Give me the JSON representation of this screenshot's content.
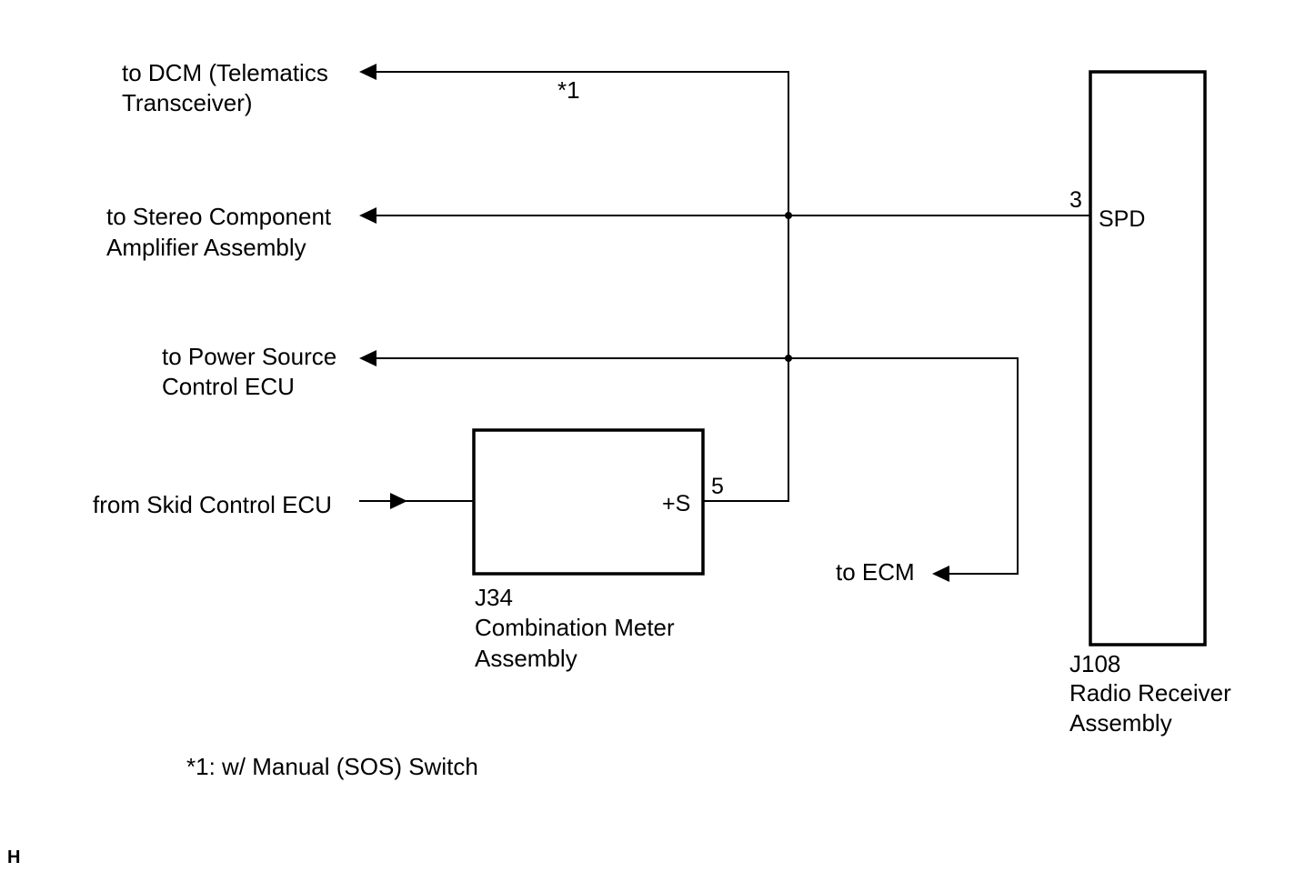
{
  "labels": {
    "dcm_line1": "to DCM (Telematics",
    "dcm_line2": "Transceiver)",
    "dcm_note_ref": "*1",
    "stereo_line1": "to Stereo Component",
    "stereo_line2": "Amplifier Assembly",
    "power_line1": "to Power Source",
    "power_line2": "Control ECU",
    "skid": "from Skid Control ECU",
    "ecm": "to ECM"
  },
  "components": {
    "meter": {
      "code": "J34",
      "name_line1": "Combination Meter",
      "name_line2": "Assembly",
      "pin_number": "5",
      "pin_name": "+S"
    },
    "radio": {
      "code": "J108",
      "name_line1": "Radio Receiver",
      "name_line2": "Assembly",
      "pin_number": "3",
      "pin_name": "SPD"
    }
  },
  "footnote": "*1: w/ Manual (SOS) Switch",
  "corner_mark": "H"
}
